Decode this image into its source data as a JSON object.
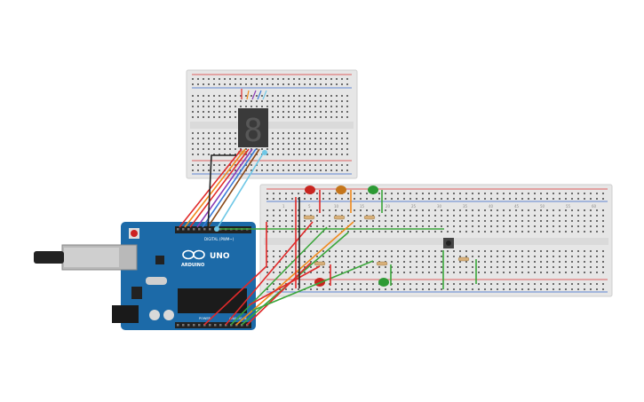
{
  "arduino": {
    "brand": "ARDUINO",
    "model": "UNO",
    "digital_label": "DIGITAL (PWM~)",
    "power_label": "POWER",
    "analog_label": "ANALOG IN"
  },
  "large_breadboard": {
    "col_numbers": [
      "1",
      "5",
      "10",
      "15",
      "20",
      "25",
      "30",
      "35",
      "40",
      "45",
      "50",
      "55",
      "60"
    ]
  },
  "small_breadboard": {},
  "components": {
    "seven_segment_digit": "8",
    "led_colors": {
      "red": "#c8251f",
      "orange": "#c5761b",
      "green": "#2d9a34"
    }
  },
  "colors": {
    "board_blue": "#1c6aa8",
    "breadboard": "#e9e9e9",
    "wire_red": "#e02a2a",
    "wire_orange": "#f08a1c",
    "wire_green": "#3aa63a",
    "wire_purple": "#8a3bb5",
    "wire_blue": "#3a7ad6",
    "wire_cyan": "#6ec7e6",
    "wire_brown": "#8a4a1a",
    "wire_black": "#222222"
  }
}
